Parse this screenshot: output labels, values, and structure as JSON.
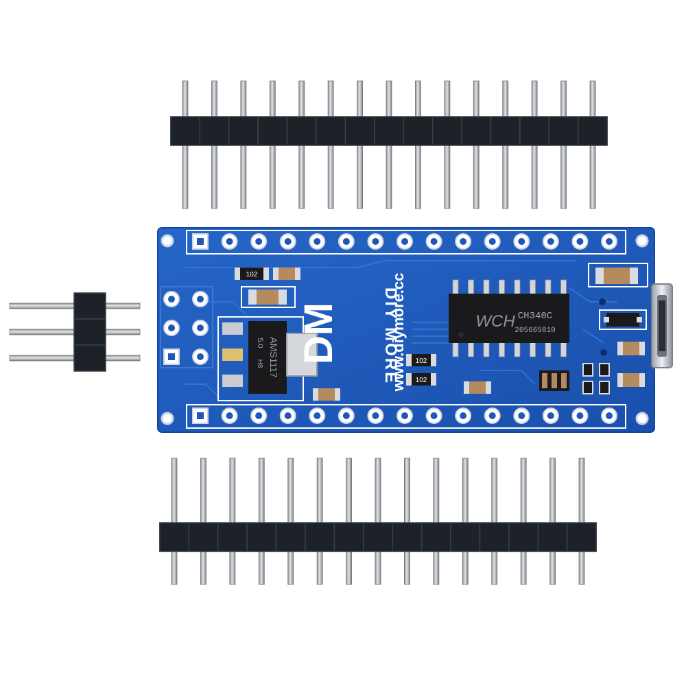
{
  "product": {
    "brand_logo": "DM",
    "brand_name": "DIY MORE",
    "website": "www.diymore.cc"
  },
  "chips": {
    "usb_serial_maker": "WCH",
    "usb_serial_model": "CH340C",
    "usb_serial_code": "205665810",
    "regulator_model": "AMS1117",
    "regulator_voltage": "5.0",
    "regulator_code": "H8"
  },
  "resistors": {
    "r1": "102",
    "r2": "102",
    "r3": "102"
  },
  "headers": {
    "top_pin_count": 15,
    "bottom_pin_count": 15,
    "side_pin_count": 3
  },
  "board": {
    "top_row_holes": 15,
    "bottom_row_holes": 15,
    "icsp_holes": 6
  },
  "colors": {
    "pcb_blue": "#1f57b8",
    "pcb_edge": "#1646a0",
    "silkscreen": "#ffffff",
    "header_plastic": "#1d2128",
    "pin_metal": "#b9bcc0",
    "chip_black": "#1a1a1d",
    "usb_silver": "#c8ccd2"
  }
}
